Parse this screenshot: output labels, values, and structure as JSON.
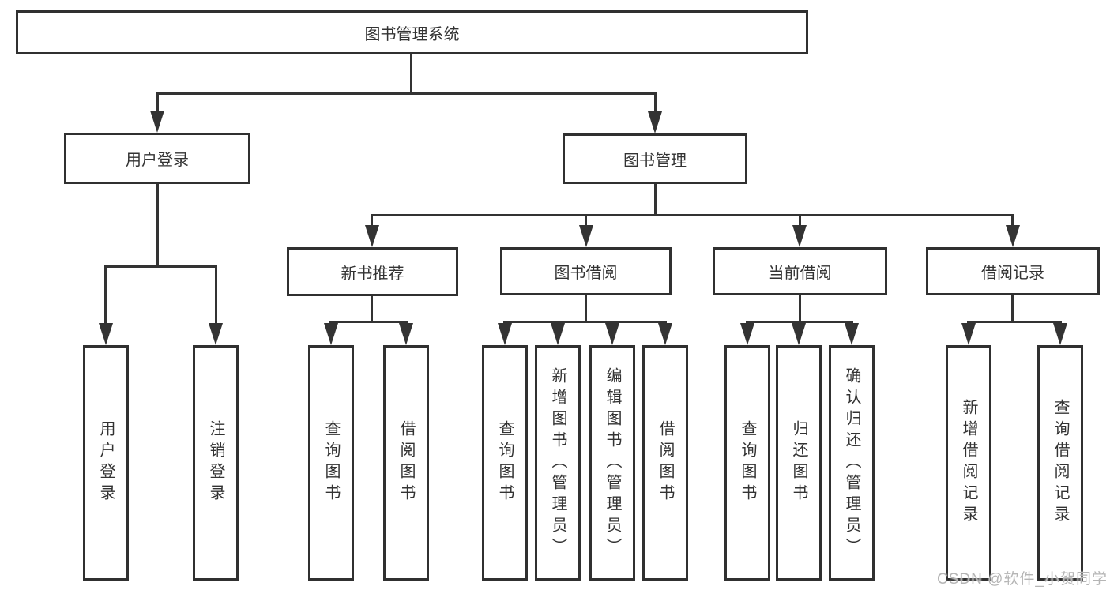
{
  "tree": {
    "label": "图书管理系统",
    "children": [
      {
        "label": "用户登录",
        "children": [
          {
            "label": "用户登录"
          },
          {
            "label": "注销登录"
          }
        ]
      },
      {
        "label": "图书管理",
        "children": [
          {
            "label": "新书推荐",
            "children": [
              {
                "label": "查询图书"
              },
              {
                "label": "借阅图书"
              }
            ]
          },
          {
            "label": "图书借阅",
            "children": [
              {
                "label": "查询图书"
              },
              {
                "label": "新增图书（管理员）"
              },
              {
                "label": "编辑图书（管理员）"
              },
              {
                "label": "借阅图书"
              }
            ]
          },
          {
            "label": "当前借阅",
            "children": [
              {
                "label": "查询图书"
              },
              {
                "label": "归还图书"
              },
              {
                "label": "确认归还（管理员）"
              }
            ]
          },
          {
            "label": "借阅记录",
            "children": [
              {
                "label": "新增借阅记录"
              },
              {
                "label": "查询借阅记录"
              }
            ]
          }
        ]
      }
    ]
  },
  "watermark": {
    "text": "CSDN @软件_小贺同学"
  },
  "colors": {
    "line": "#333333",
    "box_border": "#303030",
    "text": "#333333",
    "watermark": "#b5b5b5",
    "background": "#ffffff"
  }
}
